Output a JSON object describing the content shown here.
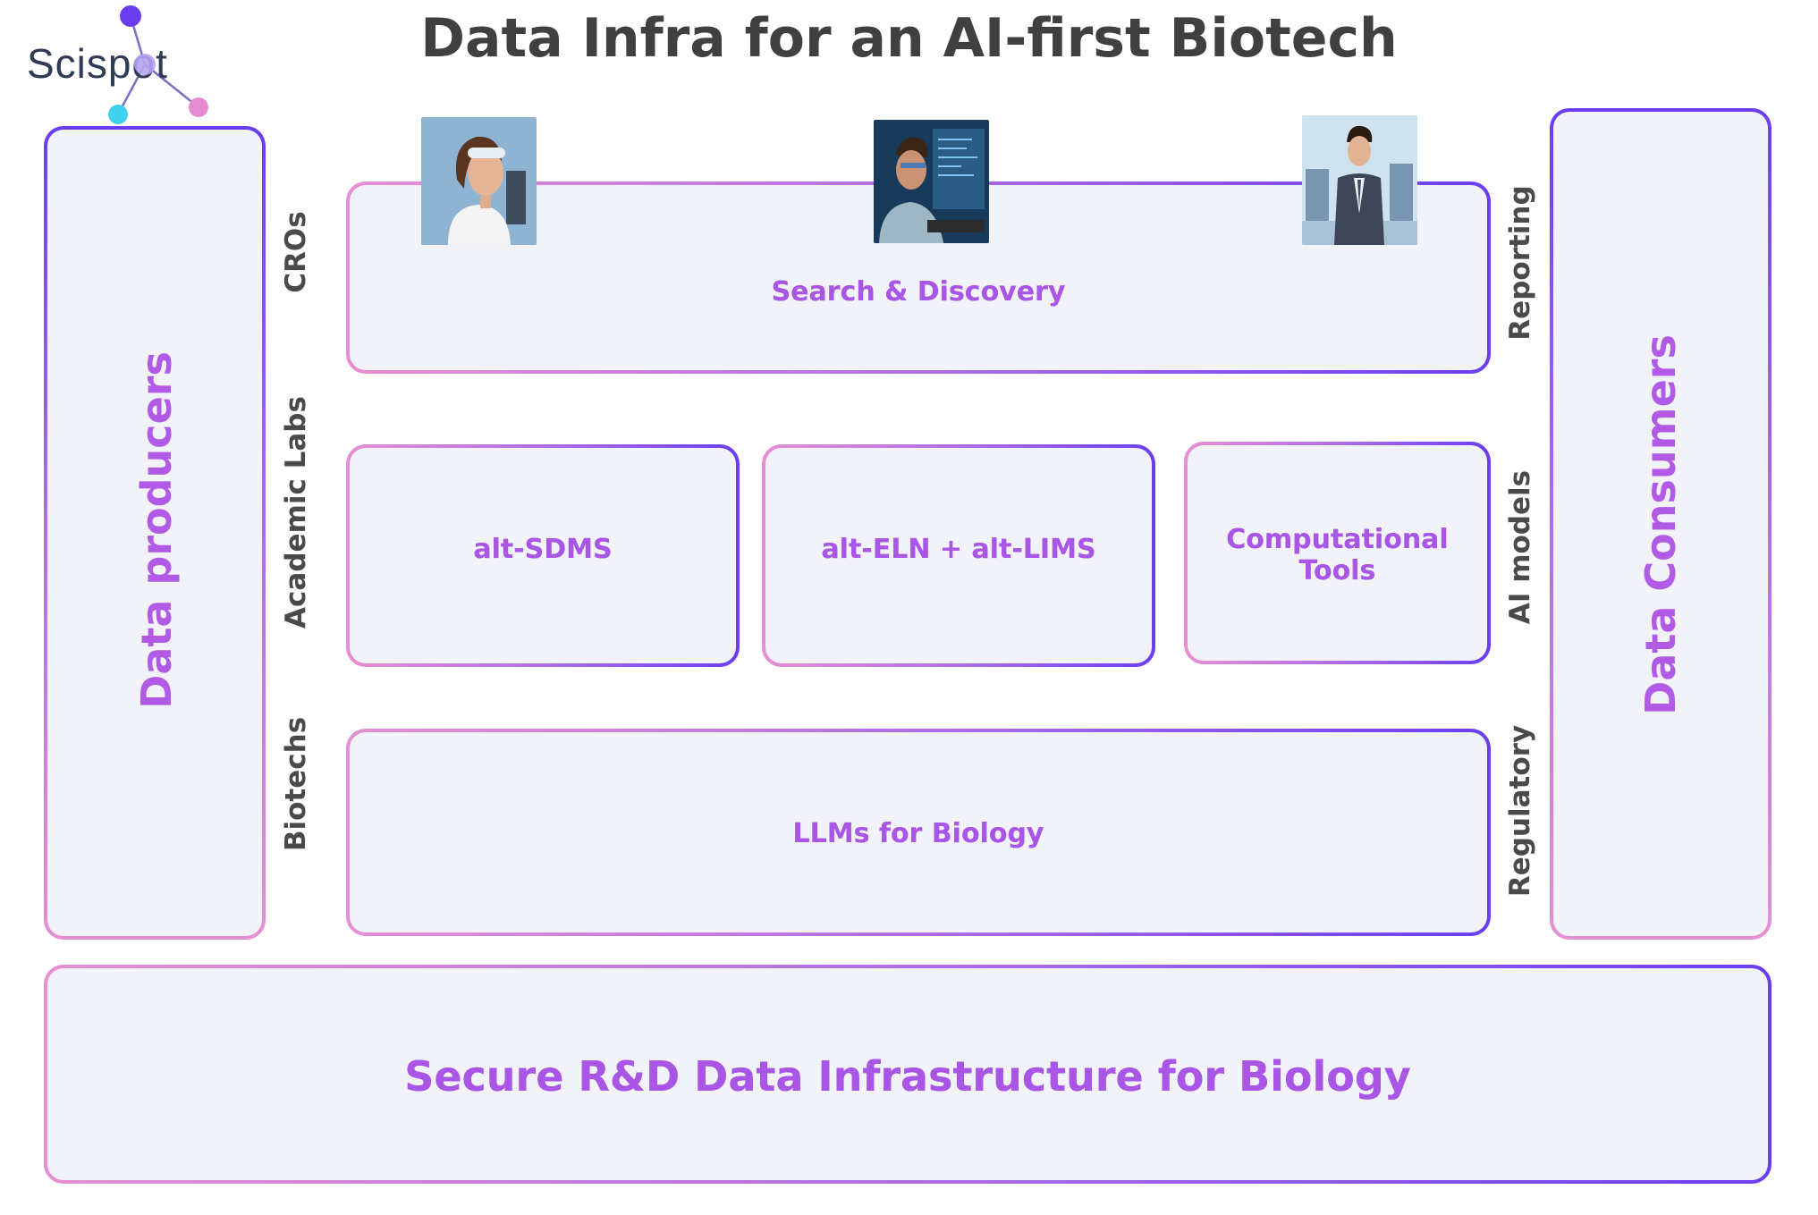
{
  "title": "Data Infra for an AI-first Biotech",
  "logo": {
    "text": "Scispot"
  },
  "left_column": {
    "label": "Data producers"
  },
  "right_column": {
    "label": "Data Consumers"
  },
  "producer_types": [
    "CROs",
    "Academic Labs",
    "Biotechs"
  ],
  "consumer_types": [
    "Reporting",
    "AI models",
    "Regulatory"
  ],
  "boxes": {
    "search": "Search & Discovery",
    "sdms": "alt-SDMS",
    "eln_lims": "alt-ELN + alt-LIMS",
    "computational_line1": "Computational",
    "computational_line2": "Tools",
    "llms": "LLMs for Biology"
  },
  "foundation": {
    "label": "Secure R&D Data Infrastructure for Biology"
  },
  "personas": [
    "scientist-avatar",
    "developer-avatar",
    "executive-avatar"
  ],
  "colors": {
    "gradient_pink": "#e78fd3",
    "gradient_violet": "#6a3ef0",
    "label_purple": "#a955e6",
    "title_gray": "#404040",
    "box_fill": "#f1f3f9"
  }
}
